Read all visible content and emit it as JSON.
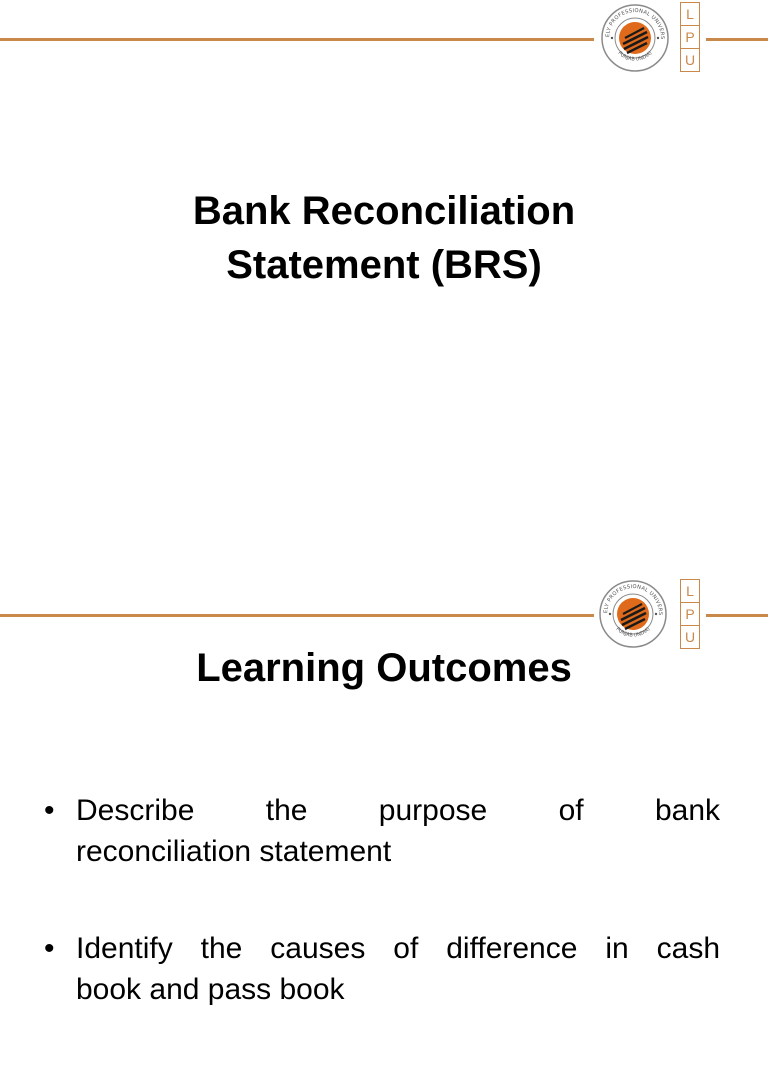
{
  "slide1": {
    "title_line1": "Bank Reconciliation",
    "title_line2": "Statement (BRS)"
  },
  "slide2": {
    "title": "Learning Outcomes",
    "bullets": [
      {
        "line1": "Describe the purpose of bank",
        "line2": "reconciliation statement"
      },
      {
        "line1": "Identify the causes of difference in cash",
        "line2": "book and pass book"
      }
    ]
  },
  "logo": {
    "lpu_letters": [
      "L",
      "P",
      "U"
    ],
    "seal_text_top": "LOVELY PROFESSIONAL UNIVERSITY",
    "seal_text_bottom": "PUNJAB (INDIA)"
  },
  "colors": {
    "accent": "#c8894a",
    "seal_orange": "#e06a1b",
    "text": "#000000"
  },
  "bullet_symbol": "•"
}
